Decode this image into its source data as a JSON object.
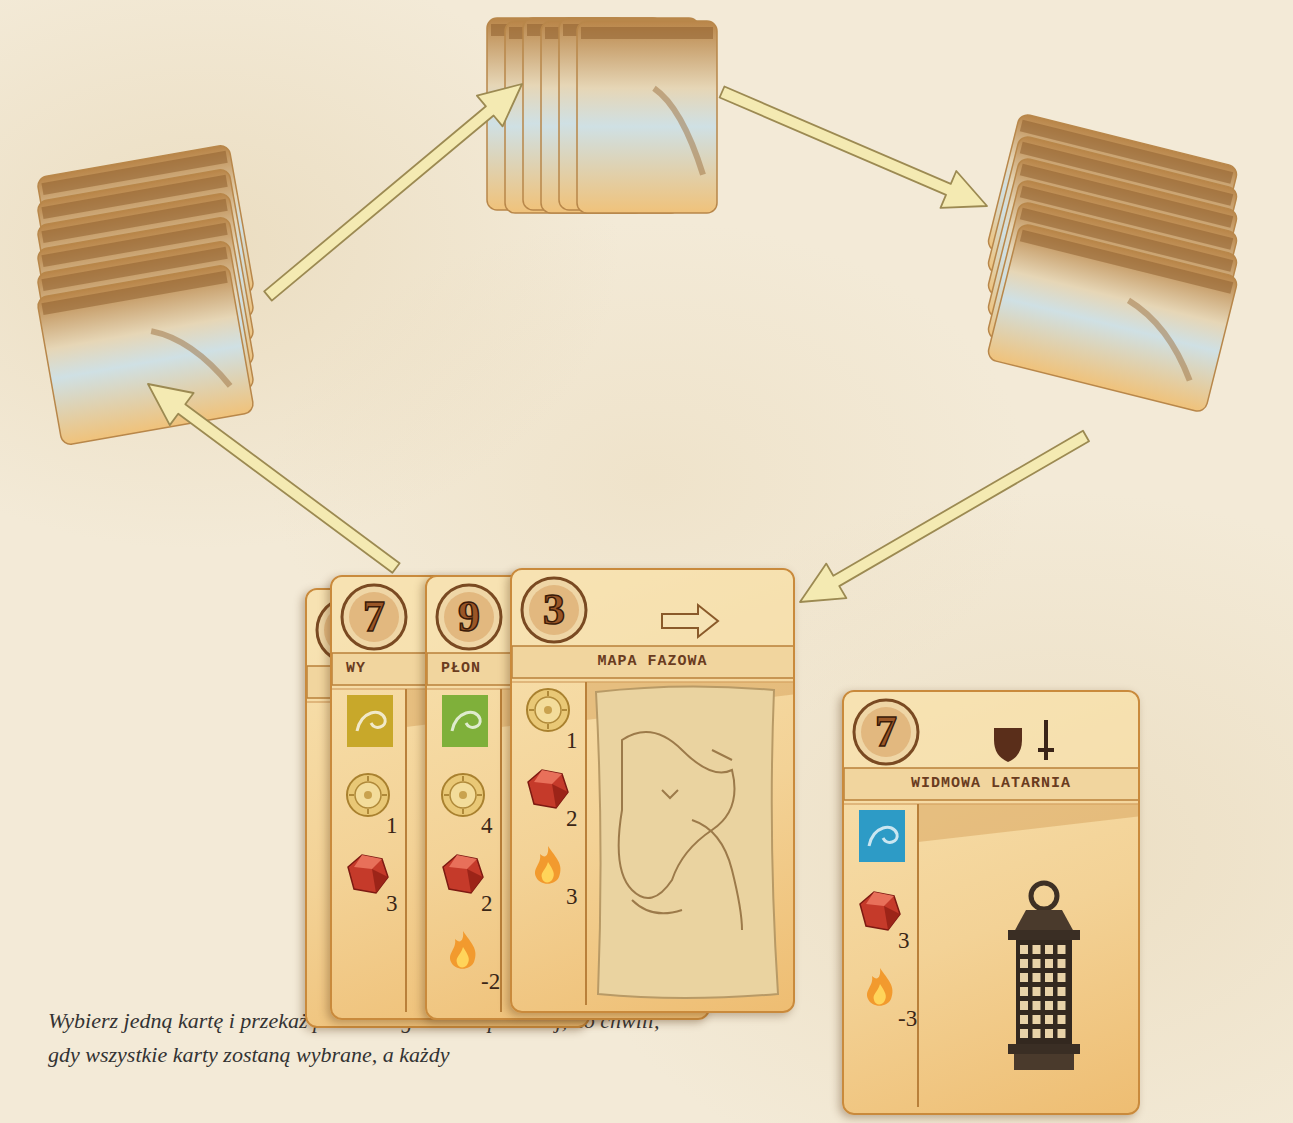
{
  "diagram": {
    "caption": "Wybierz jedną kartę i przekaż pozostałe graczowi po lewej, do chwili, gdy wszystkie karty zostaną wybrane, a każdy",
    "nodes": [
      {
        "text": [
          "7",
          "WY",
          "1",
          "3"
        ]
      },
      {
        "text": [
          "9",
          "PŁON",
          "4",
          "2",
          "-2"
        ]
      },
      {
        "text": [
          "3",
          "MAPA FAZOWA",
          "1",
          "2",
          "3"
        ]
      },
      {
        "text": [
          "7",
          "WIDMOWA LATARNIA",
          "3",
          "-3"
        ]
      }
    ]
  }
}
